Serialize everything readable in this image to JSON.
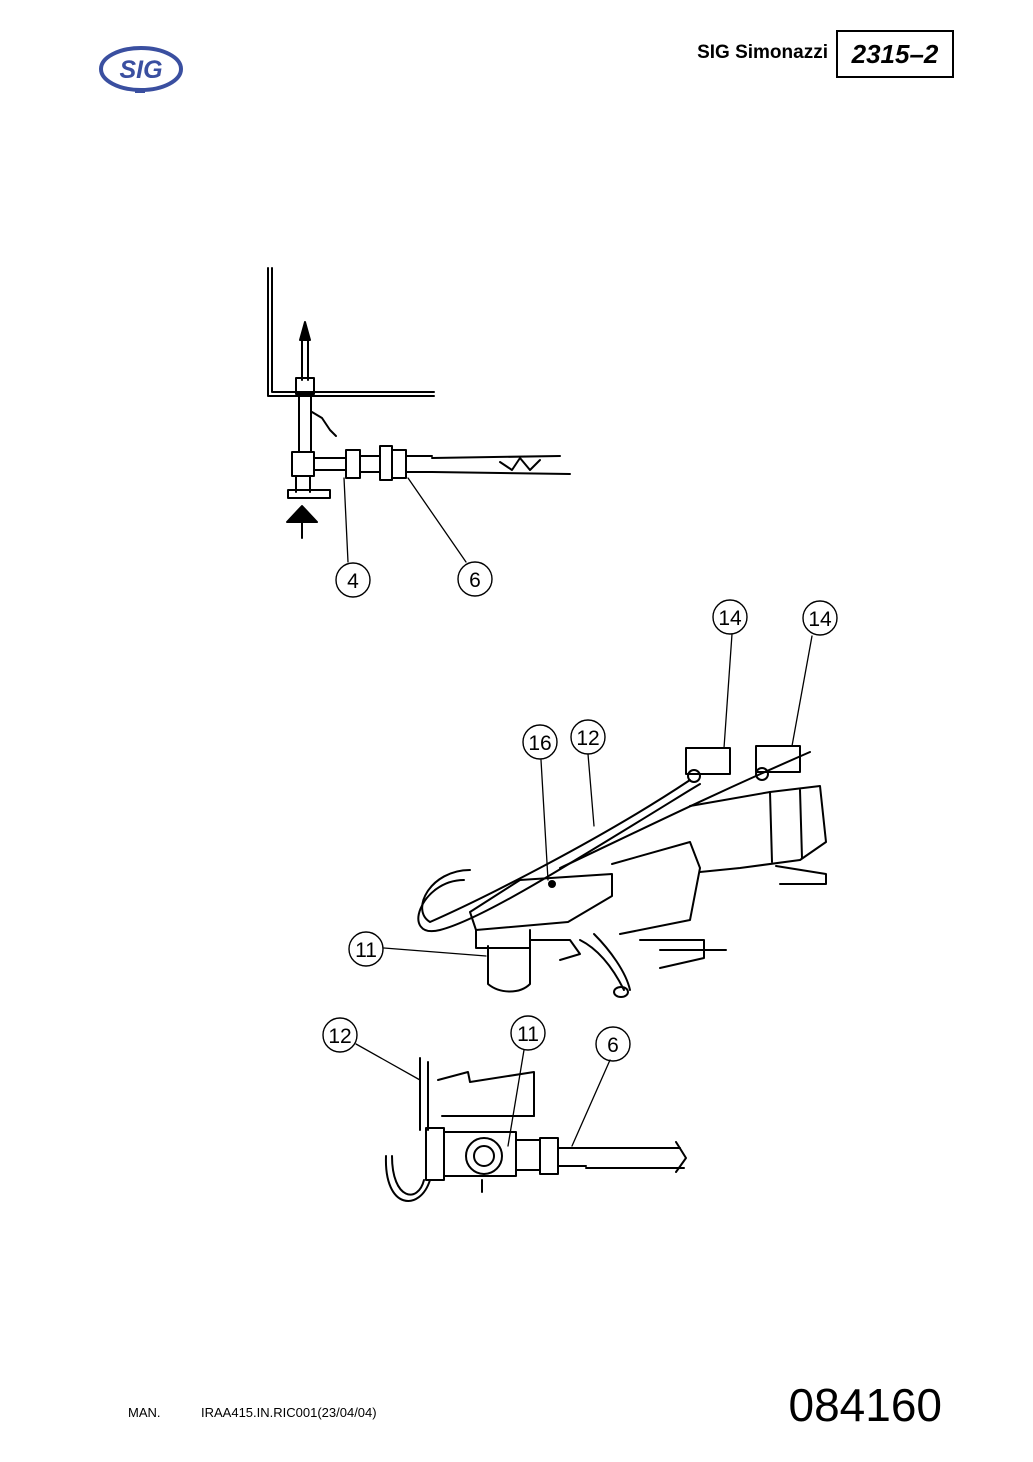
{
  "header": {
    "logo_text": "SIG",
    "company": "SIG Simonazzi",
    "page_code": "2315–2"
  },
  "callouts": {
    "top_4": "4",
    "top_6": "6",
    "mid_14a": "14",
    "mid_14b": "14",
    "mid_16": "16",
    "mid_12": "12",
    "mid_11": "11",
    "bot_12": "12",
    "bot_11": "11",
    "bot_6": "6"
  },
  "footer": {
    "man": "MAN.",
    "reference": "IRAA415.IN.RIC001(23/04/04)",
    "drawing_number": "084160"
  },
  "colors": {
    "logo_blue": "#3a4fa0",
    "ink": "#000000"
  }
}
